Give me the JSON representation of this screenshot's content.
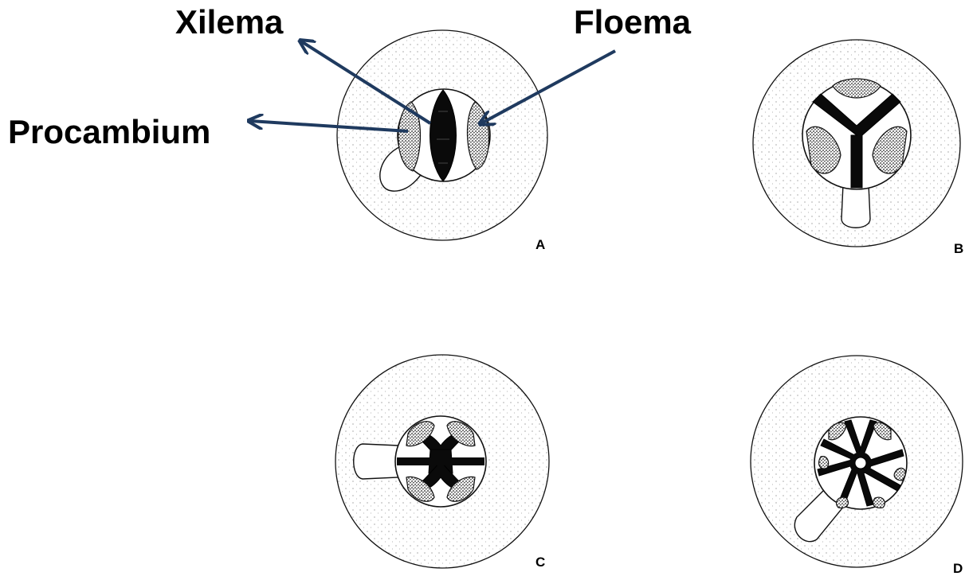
{
  "labels": {
    "xylem": "Xilema",
    "phloem": "Floema",
    "procambium": "Procambium"
  },
  "panels": [
    {
      "id": "A",
      "letter": "A"
    },
    {
      "id": "B",
      "letter": "B"
    },
    {
      "id": "C",
      "letter": "C"
    },
    {
      "id": "D",
      "letter": "D"
    }
  ],
  "colors": {
    "arrow": "#1f3a5f",
    "ink": "#000000",
    "background": "#ffffff"
  }
}
